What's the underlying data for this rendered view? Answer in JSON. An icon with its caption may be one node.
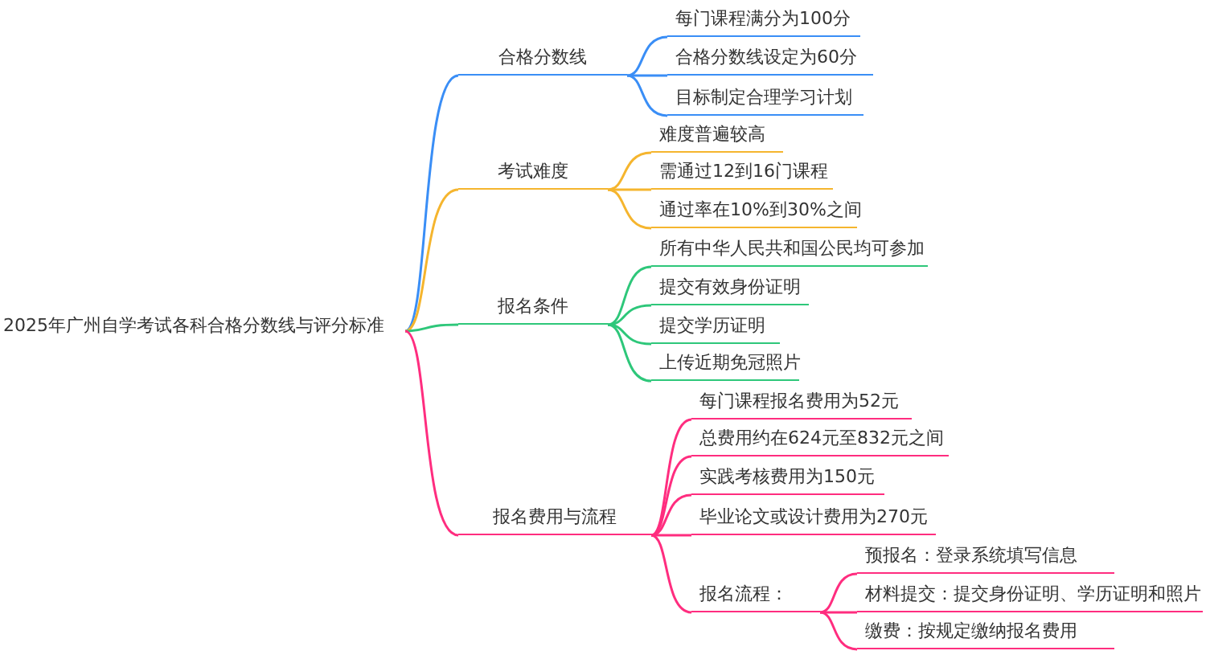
{
  "diagram": {
    "nodes": [
      {
        "text": [
          "2025年广州自学考试各科合格分数线与评分标准"
        ]
      },
      {
        "text": [
          "合格分数线"
        ]
      },
      {
        "text": [
          "每门课程满分为100分"
        ]
      },
      {
        "text": [
          "合格分数线设定为60分"
        ]
      },
      {
        "text": [
          "目标制定合理学习计划"
        ]
      },
      {
        "text": [
          "考试难度"
        ]
      },
      {
        "text": [
          "难度普遍较高"
        ]
      },
      {
        "text": [
          "需通过12到16门课程"
        ]
      },
      {
        "text": [
          "通过率在10%到30%之间"
        ]
      },
      {
        "text": [
          "报名条件"
        ]
      },
      {
        "text": [
          "所有中华人民共和国公民均可参加"
        ]
      },
      {
        "text": [
          "提交有效身份证明"
        ]
      },
      {
        "text": [
          "提交学历证明"
        ]
      },
      {
        "text": [
          "上传近期免冠照片"
        ]
      },
      {
        "text": [
          "报名费用与流程"
        ]
      },
      {
        "text": [
          "每门课程报名费用为52元"
        ]
      },
      {
        "text": [
          "总费用约在624元至832元之间"
        ]
      },
      {
        "text": [
          "实践考核费用为150元"
        ]
      },
      {
        "text": [
          "毕业论文或设计费用为270元"
        ]
      },
      {
        "text": [
          "报名流程："
        ]
      },
      {
        "text": [
          "预报名：登录系统填写信息"
        ]
      },
      {
        "text": [
          "材料提交：提交身份证明、学历证明和照片"
        ]
      },
      {
        "text": [
          "缴费：按规定缴纳报名费用"
        ]
      }
    ],
    "edges": [
      {
        "from": 0,
        "to": 1,
        "arrow": "none",
        "color": "#3a8ef6"
      },
      {
        "from": 1,
        "to": 2,
        "arrow": "none",
        "color": "#3a8ef6"
      },
      {
        "from": 1,
        "to": 3,
        "arrow": "none",
        "color": "#3a8ef6"
      },
      {
        "from": 1,
        "to": 4,
        "arrow": "none",
        "color": "#3a8ef6"
      },
      {
        "from": 0,
        "to": 5,
        "arrow": "none",
        "color": "#f5b52e"
      },
      {
        "from": 5,
        "to": 6,
        "arrow": "none",
        "color": "#f5b52e"
      },
      {
        "from": 5,
        "to": 7,
        "arrow": "none",
        "color": "#f5b52e"
      },
      {
        "from": 5,
        "to": 8,
        "arrow": "none",
        "color": "#f5b52e"
      },
      {
        "from": 0,
        "to": 9,
        "arrow": "none",
        "color": "#2ec77a"
      },
      {
        "from": 9,
        "to": 10,
        "arrow": "none",
        "color": "#2ec77a"
      },
      {
        "from": 9,
        "to": 11,
        "arrow": "none",
        "color": "#2ec77a"
      },
      {
        "from": 9,
        "to": 12,
        "arrow": "none",
        "color": "#2ec77a"
      },
      {
        "from": 9,
        "to": 13,
        "arrow": "none",
        "color": "#2ec77a"
      },
      {
        "from": 0,
        "to": 14,
        "arrow": "none"
      },
      {
        "from": 14,
        "to": 15,
        "arrow": "none"
      },
      {
        "from": 14,
        "to": 16,
        "arrow": "none"
      },
      {
        "from": 14,
        "to": 17,
        "arrow": "none"
      },
      {
        "from": 14,
        "to": 18,
        "arrow": "none"
      },
      {
        "from": 14,
        "to": 19,
        "arrow": "none"
      },
      {
        "from": 19,
        "to": 20,
        "arrow": "none"
      },
      {
        "from": 19,
        "to": 21,
        "arrow": "none"
      },
      {
        "from": 19,
        "to": 22,
        "arrow": "none"
      }
    ]
  }
}
